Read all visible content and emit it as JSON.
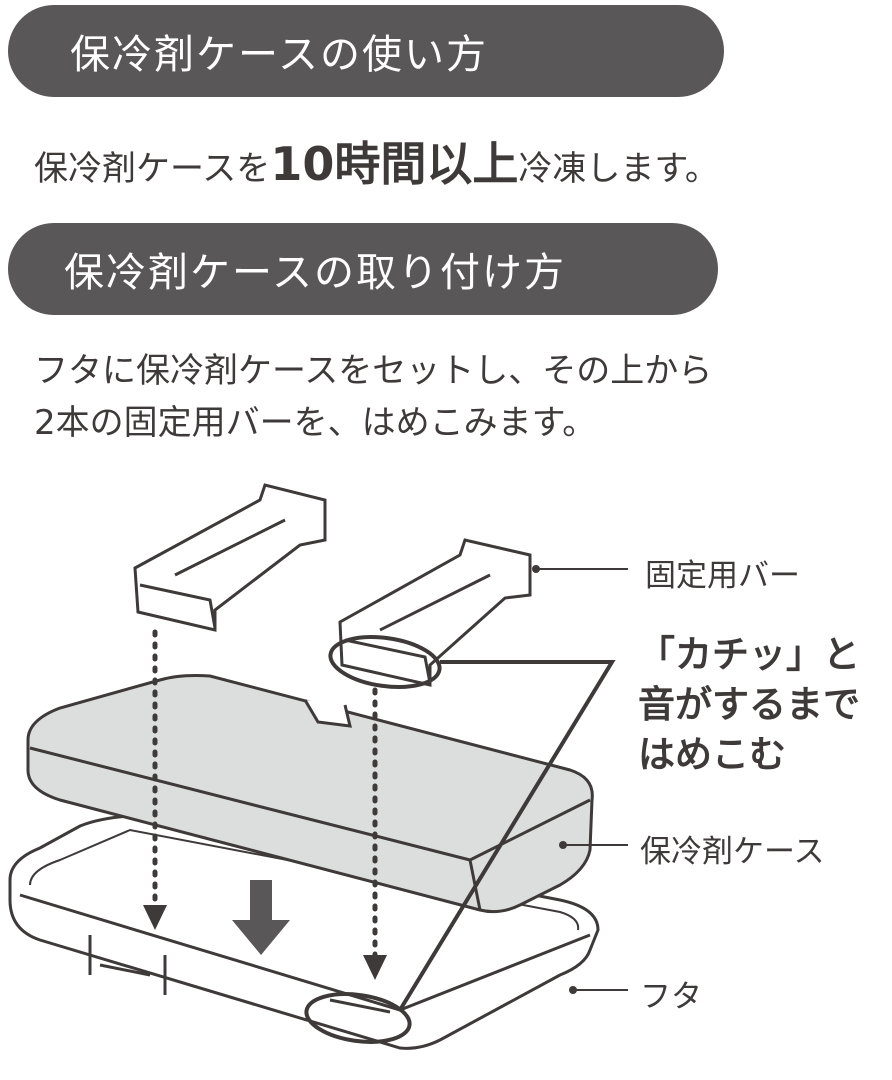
{
  "section1": {
    "title": "保冷剤ケースの使い方",
    "text_before": "保冷剤ケースを",
    "text_emphasis": "10時間以上",
    "text_after": "冷凍します。"
  },
  "section2": {
    "title": "保冷剤ケースの取り付け方",
    "line1": "フタに保冷剤ケースをセットし、その上から",
    "line2": "2本の固定用バーを、はめこみます。"
  },
  "diagram": {
    "label_bar": "固定用バー",
    "callout_line1": "「カチッ」と",
    "callout_line2": "音がするまで",
    "callout_line3": "はめこむ",
    "label_case": "保冷剤ケース",
    "label_lid": "フタ"
  },
  "colors": {
    "pill": "#595757",
    "text": "#3e3a39",
    "case_fill": "#dcdddd"
  }
}
